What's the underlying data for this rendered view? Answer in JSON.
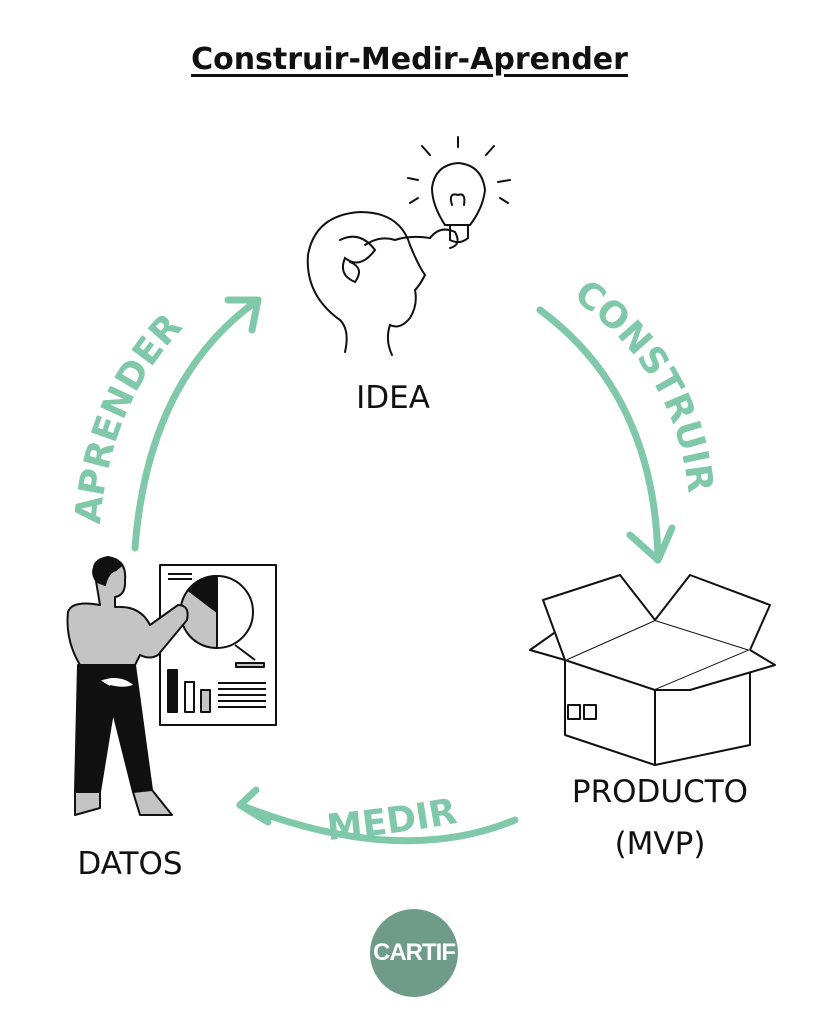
{
  "title": "Construir-Medir-Aprender",
  "nodes": {
    "idea": "IDEA",
    "producto_line1": "PRODUCTO",
    "producto_line2": "(MVP)",
    "datos": "DATOS"
  },
  "arrows": {
    "construir": "CONSTRUIR",
    "medir": "MEDIR",
    "aprender": "APRENDER"
  },
  "logo": "CARTIF",
  "colors": {
    "accent": "#7fc8a9",
    "logo_bg": "#6e9c88",
    "ink": "#111111",
    "gray": "#c4c4c4"
  }
}
